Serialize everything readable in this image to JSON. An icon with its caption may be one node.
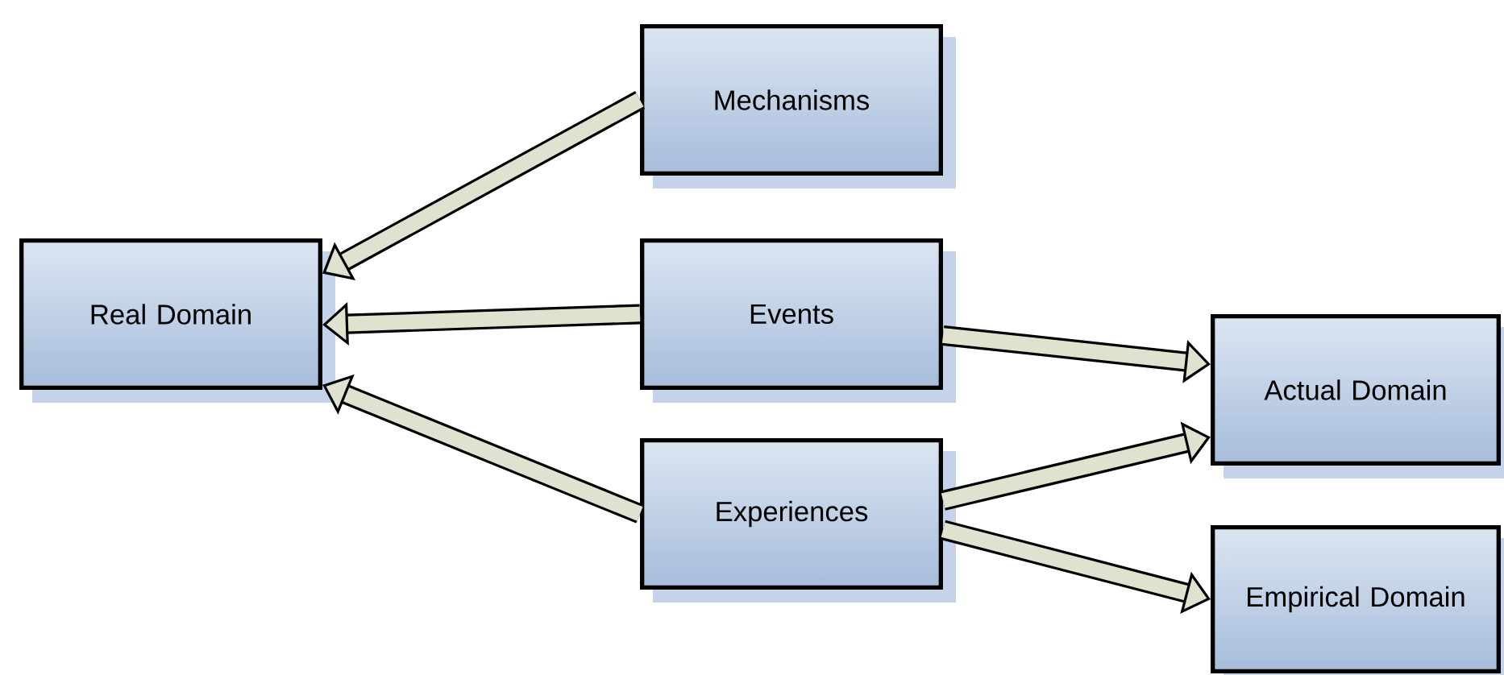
{
  "diagram": {
    "nodes": [
      {
        "text": [
          "Mechanisms"
        ]
      },
      {
        "text": [
          "Real Domain"
        ]
      },
      {
        "text": [
          "Events"
        ]
      },
      {
        "text": [
          "Actual Domain"
        ]
      },
      {
        "text": [
          "Experiences"
        ]
      },
      {
        "text": [
          "Empirical Domain"
        ]
      }
    ],
    "edges": [
      {
        "from": 0,
        "to": 1,
        "arrow": "to"
      },
      {
        "from": 2,
        "to": 1,
        "arrow": "to"
      },
      {
        "from": 4,
        "to": 1,
        "arrow": "to"
      },
      {
        "from": 2,
        "to": 3,
        "arrow": "to"
      },
      {
        "from": 4,
        "to": 3,
        "arrow": "to"
      },
      {
        "from": 4,
        "to": 5,
        "arrow": "to"
      }
    ]
  }
}
